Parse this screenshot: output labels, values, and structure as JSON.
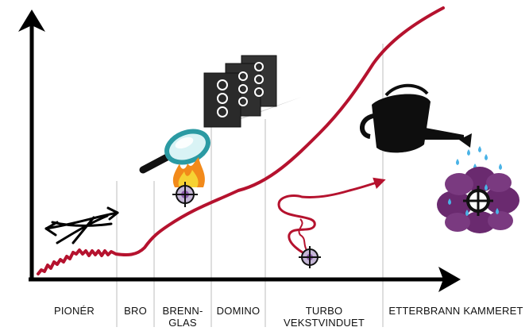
{
  "diagram": {
    "stages": [
      {
        "label_lines": [
          "PIONÉR"
        ]
      },
      {
        "label_lines": [
          "BRO"
        ]
      },
      {
        "label_lines": [
          "BRENN-",
          "GLAS"
        ]
      },
      {
        "label_lines": [
          "DOMINO"
        ]
      },
      {
        "label_lines": [
          "TURBO",
          "VEKSTVINDUET"
        ]
      },
      {
        "label_lines": [
          "ETTERBRANN KAMMERET"
        ]
      }
    ],
    "icons": [
      "arrows-icon",
      "magnifying-glass-icon",
      "fire-icon",
      "target-icon",
      "domino-icon",
      "spiral-arrow-icon",
      "watering-can-icon",
      "flower-icon"
    ],
    "colors": {
      "curve": "#b5122e",
      "axis": "#000000",
      "divider": "#bbbbbb",
      "domino": "#2a2a2a",
      "flower": "#6a2a6f",
      "water": "#4ab3e6",
      "glass": "#5ec0c8"
    }
  }
}
